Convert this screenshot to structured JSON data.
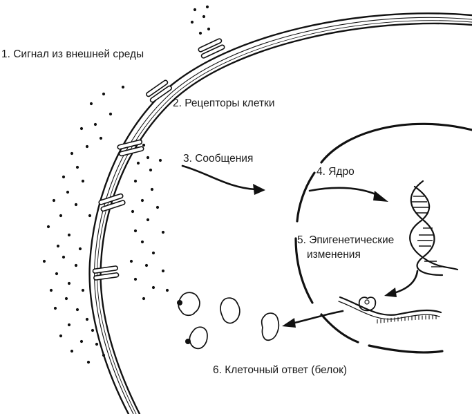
{
  "labels": {
    "signal": "1. Сигнал из внешней среды",
    "receptors": "2. Рецепторы клетки",
    "messages": "3. Сообщения",
    "nucleus": "4. Ядро",
    "epigenetic_line1": "5. Эпигенетические",
    "epigenetic_line2": "изменения",
    "response": "6. Клеточный ответ (белок)"
  },
  "colors": {
    "ink": "#111111",
    "background": "#ffffff"
  }
}
